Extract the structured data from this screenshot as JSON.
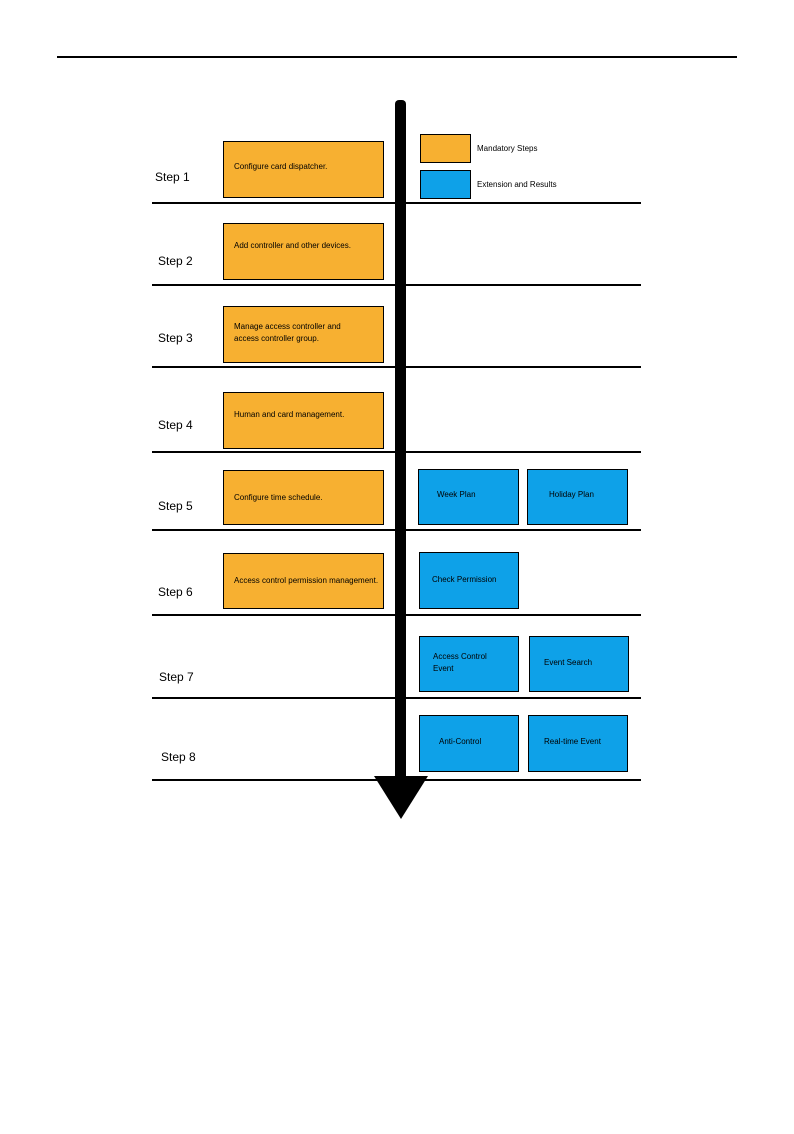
{
  "colors": {
    "mandatory": "#F7B031",
    "extension": "#0EA1E8"
  },
  "legend": {
    "mandatory_label": "Mandatory Steps",
    "extension_label": "Extension and Results"
  },
  "steps": [
    {
      "label": "Step 1",
      "mandatory": "Configure card dispatcher."
    },
    {
      "label": "Step 2",
      "mandatory": "Add controller and other devices."
    },
    {
      "label": "Step 3",
      "mandatory_line1": "Manage access controller and",
      "mandatory_line2": "access controller group."
    },
    {
      "label": "Step 4",
      "mandatory": "Human and card management."
    },
    {
      "label": "Step 5",
      "mandatory": "Configure time schedule.",
      "extensions": [
        "Week Plan",
        "Holiday Plan"
      ]
    },
    {
      "label": "Step 6",
      "mandatory": "Access control permission management.",
      "extensions": [
        "Check Permission"
      ]
    },
    {
      "label": "Step 7",
      "extensions": [
        "Access Control Event",
        "Event Search"
      ]
    },
    {
      "label": "Step 8",
      "extensions": [
        "Anti-Control",
        "Real-time Event"
      ]
    }
  ]
}
